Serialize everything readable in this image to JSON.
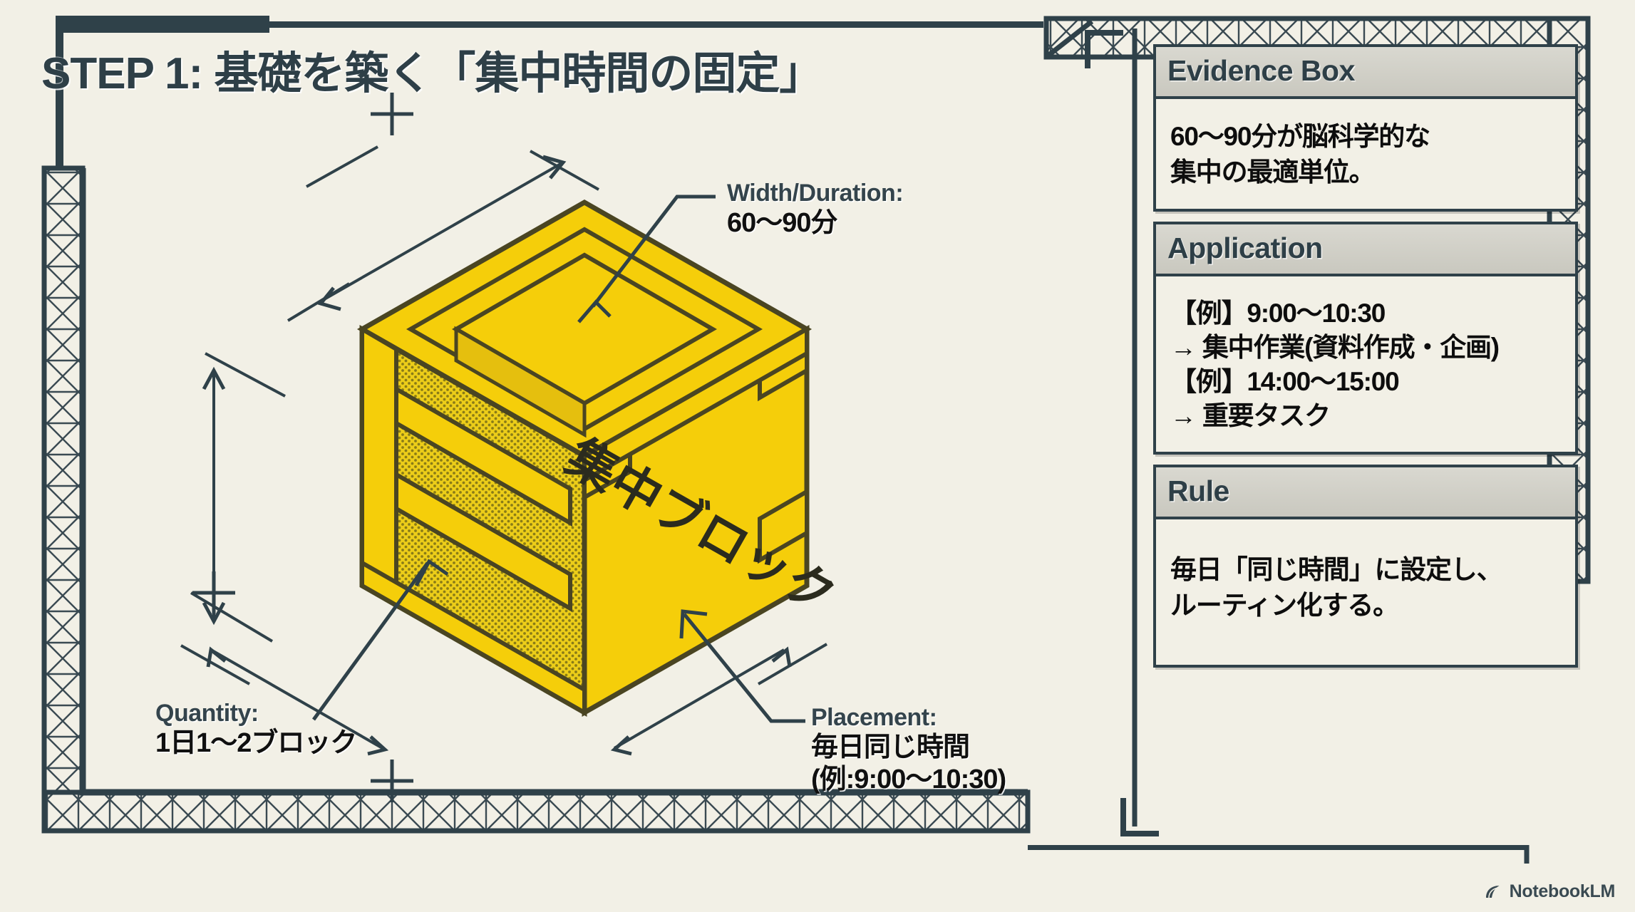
{
  "page": {
    "title": "STEP 1: 基礎を築く「集中時間の固定」",
    "background_color": "#f2f0e6",
    "ink_color": "#2f4149",
    "accent_color": "#f5ce0a",
    "accent_shade_color": "#e8c41a",
    "outline_color": "#4a4522"
  },
  "diagram": {
    "block_face_label": "集中ブロック",
    "annotations": [
      {
        "name": "width-duration",
        "eng": "Width/Duration:",
        "jp": [
          "60〜90分"
        ]
      },
      {
        "name": "quantity",
        "eng": "Quantity:",
        "jp": [
          "1日1〜2ブロック"
        ]
      },
      {
        "name": "placement",
        "eng": "Placement:",
        "jp": [
          "毎日同じ時間",
          "(例:9:00〜10:30)"
        ]
      }
    ]
  },
  "sidebar": {
    "cards": [
      {
        "name": "evidence-box",
        "header": "Evidence Box",
        "lines": [
          "60〜90分が脳科学的な",
          "集中の最適単位。"
        ]
      },
      {
        "name": "application",
        "header": "Application",
        "lines": [
          "【例】9:00〜10:30",
          "→ 集中作業(資料作成・企画)",
          "【例】14:00〜15:00",
          "→ 重要タスク"
        ]
      },
      {
        "name": "rule",
        "header": "Rule",
        "lines": [
          "毎日「同じ時間」に設定し、",
          "ルーティン化する。"
        ]
      }
    ]
  },
  "watermark": {
    "label": "NotebookLM",
    "icon": "notebooklm-spiral-icon"
  }
}
